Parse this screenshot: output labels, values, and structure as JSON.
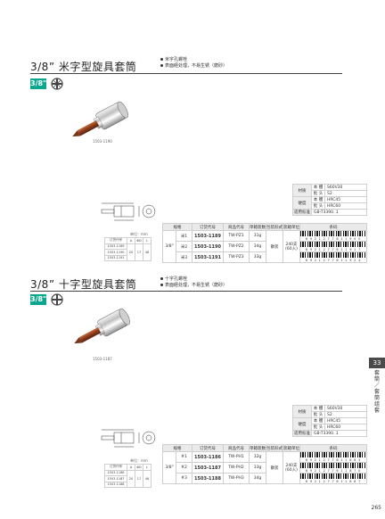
{
  "sections": [
    {
      "title": "3/8”  米字型旋具套筒",
      "badge": "3/8\"",
      "features": [
        "米字孔螺栓",
        "表面経处理，不易生锈（磨砂）"
      ],
      "photo_code": "1503-1190",
      "unit_label": "单位：mm",
      "dim_table": {
        "headers": [
          "订货代号",
          "A",
          "ΦD",
          "L"
        ],
        "rows": [
          [
            "1503-1189",
            "",
            "",
            ""
          ],
          [
            "1503-1190",
            "20",
            "17",
            "46"
          ],
          [
            "1503-1191",
            "",
            "",
            ""
          ]
        ]
      },
      "spec_table": [
        [
          "材质",
          "本 體",
          "S60V30"
        ],
        [
          "",
          "批 头",
          "S2"
        ],
        [
          "硬度",
          "本 體",
          "HRC45"
        ],
        [
          "",
          "批 头",
          "HRC60"
        ],
        [
          "适用标准",
          "",
          "GB-T3390. 1"
        ]
      ],
      "product_table": {
        "headers": [
          "规格",
          "",
          "订货代号",
          "商品代号",
          "单箱装数",
          "包装形式",
          "装箱单位",
          "条码"
        ],
        "size": "3/8\"",
        "package": "散装",
        "box_unit": "240支\n(60入)",
        "rows": [
          {
            "spec": "米1",
            "code": "1503-1189",
            "product": "TW-PZ1",
            "qty": "31g",
            "barcode": "6 9 2 1 2 7 7 6 1 1 9 0 0"
          },
          {
            "spec": "米2",
            "code": "1503-1190",
            "product": "TW-PZ2",
            "qty": "34g",
            "barcode": "6 9 2 1 2 7 7 6 1 1 9 1 7"
          },
          {
            "spec": "米3",
            "code": "1503-1191",
            "product": "TW-PZ3",
            "qty": "33g",
            "barcode": "6 9 2 1 2 7 7 6 1 1 9 2 4"
          }
        ]
      }
    },
    {
      "title": "3/8”  十字型旋具套筒",
      "badge": "3/8\"",
      "features": [
        "十字孔螺栓",
        "表面経处理，不易生锈（磨砂）"
      ],
      "photo_code": "1503-1187",
      "unit_label": "单位：mm",
      "dim_table": {
        "headers": [
          "订货代号",
          "A",
          "ΦD",
          "L"
        ],
        "rows": [
          [
            "1503-1186",
            "",
            "",
            ""
          ],
          [
            "1503-1187",
            "20",
            "17",
            "46"
          ],
          [
            "1503-1188",
            "",
            "",
            ""
          ]
        ]
      },
      "spec_table": [
        [
          "材质",
          "本 體",
          "S60V30"
        ],
        [
          "",
          "批 头",
          "S2"
        ],
        [
          "硬度",
          "本 體",
          "HRC45"
        ],
        [
          "",
          "批 头",
          "HRC60"
        ],
        [
          "适用标准",
          "",
          "GB-T3390. 1"
        ]
      ],
      "product_table": {
        "headers": [
          "规格",
          "",
          "订货代号",
          "商品代号",
          "单箱装数",
          "包装形式",
          "装箱单位",
          "条码"
        ],
        "size": "3/8\"",
        "package": "散装",
        "box_unit": "240支\n(60入)",
        "rows": [
          {
            "spec": "#1",
            "code": "1503-1186",
            "product": "TW-PH1",
            "qty": "32g",
            "barcode": "6 9 2 1 2 7 7 6 1 1 8 6 3"
          },
          {
            "spec": "#2",
            "code": "1503-1187",
            "product": "TW-PH2",
            "qty": "33g",
            "barcode": "6 9 2 1 2 7 7 6 1 1 8 7 0"
          },
          {
            "spec": "#3",
            "code": "1503-1188",
            "product": "TW-PH3",
            "qty": "34g",
            "barcode": "6 9 2 1 2 7 7 6 1 1 8 8 7"
          }
        ]
      }
    }
  ],
  "side_tab": {
    "number": "33",
    "text": "套筒／套筒组套"
  },
  "page_number": "265"
}
